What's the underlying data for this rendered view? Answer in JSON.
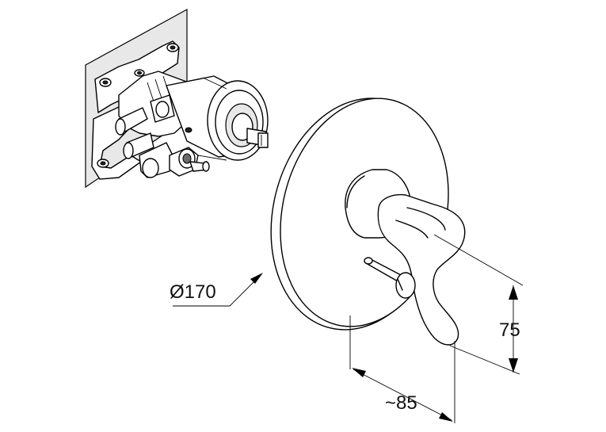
{
  "dimensions": {
    "diameter": "Ø170",
    "depth": "~85",
    "height": "75"
  }
}
